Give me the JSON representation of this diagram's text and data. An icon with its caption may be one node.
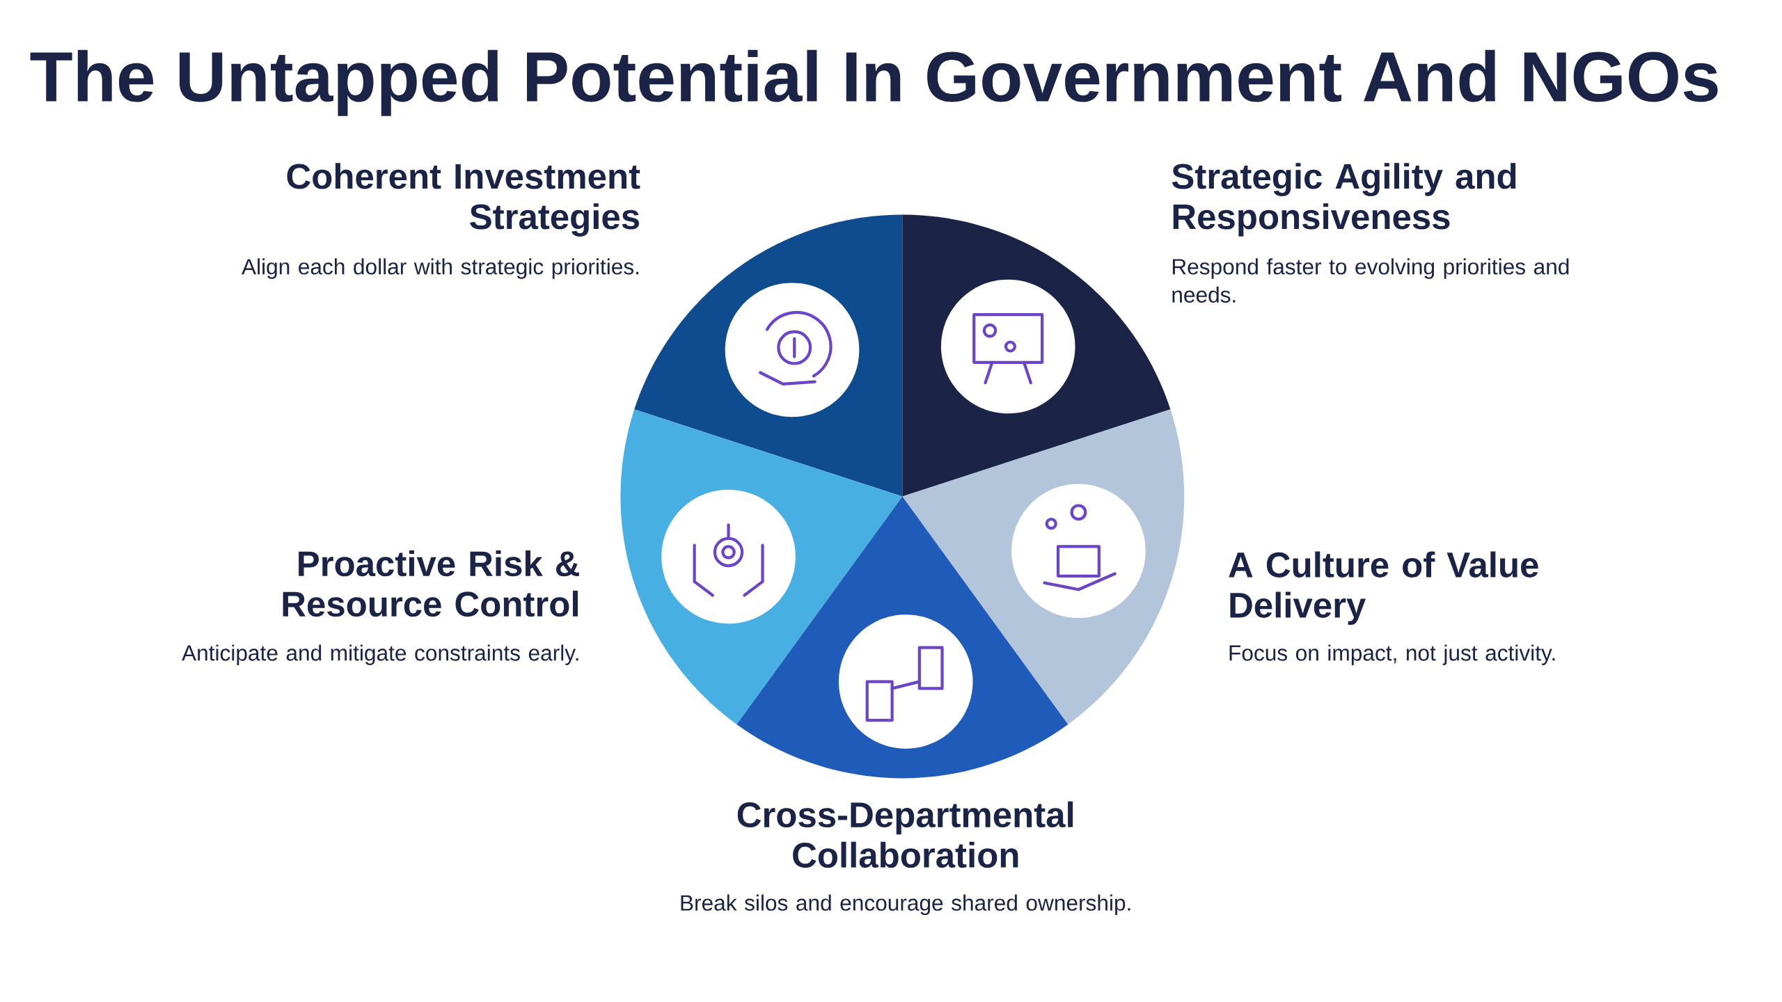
{
  "diagram": {
    "title": "The Untapped Potential In Government And NGOs",
    "labels": [
      "Coherent Investment Strategies",
      "Align each dollar with strategic priorities.",
      "Strategic Agility and Responsiveness",
      "Respond faster to evolving priorities and needs.",
      "Proactive Risk & Resource Control",
      "Anticipate and mitigate constraints early.",
      "A Culture of Value Delivery",
      "Focus on impact, not just activity.",
      "Cross-Departmental Collaboration",
      "Break silos and encourage shared ownership."
    ]
  }
}
